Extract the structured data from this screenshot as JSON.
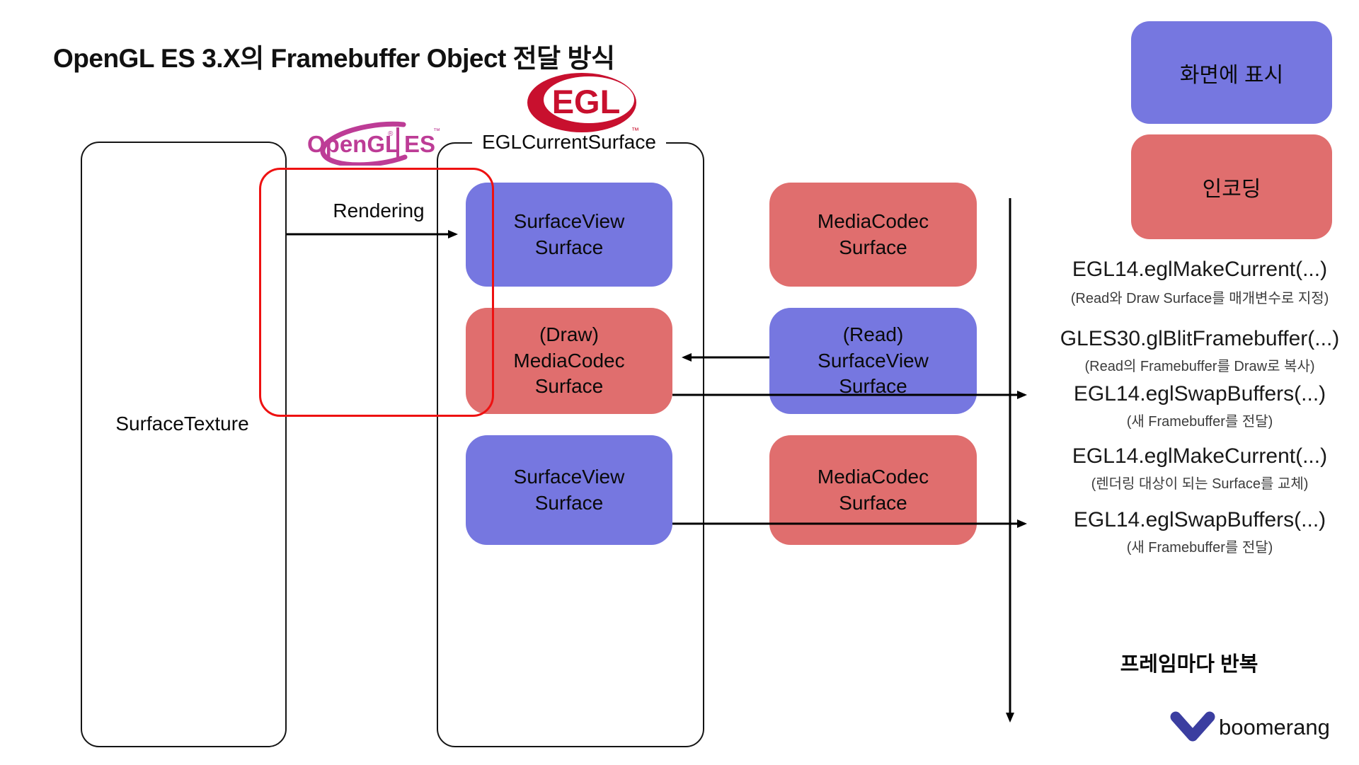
{
  "title": "OpenGL ES 3.X의 Framebuffer Object 전달 방식",
  "legend": {
    "display_label": "화면에 표시",
    "encoding_label": "인코딩"
  },
  "logos": {
    "opengl": {
      "main": "OpenGL",
      "es": "ES",
      "reg": "®",
      "tm": "™"
    },
    "egl": {
      "text": "EGL",
      "tm": "™"
    }
  },
  "containers": {
    "surface_texture_label": "SurfaceTexture",
    "egl_label": "EGLCurrentSurface"
  },
  "rendering_label": "Rendering",
  "boxes": [
    {
      "label": "SurfaceView\nSurface",
      "type": "blue"
    },
    {
      "label": "MediaCodec\nSurface",
      "type": "red"
    },
    {
      "label": "(Draw)\nMediaCodec\nSurface",
      "type": "red"
    },
    {
      "label": "(Read)\nSurfaceView\nSurface",
      "type": "blue"
    },
    {
      "label": "SurfaceView\nSurface",
      "type": "blue"
    },
    {
      "label": "MediaCodec\nSurface",
      "type": "red"
    }
  ],
  "steps": [
    {
      "main": "EGL14.eglMakeCurrent(...)",
      "sub": "(Read와 Draw Surface를 매개변수로 지정)"
    },
    {
      "main": "GLES30.glBlitFramebuffer(...)",
      "sub": "(Read의 Framebuffer를 Draw로 복사)"
    },
    {
      "main": "EGL14.eglSwapBuffers(...)",
      "sub": "(새 Framebuffer를 전달)"
    },
    {
      "main": "EGL14.eglMakeCurrent(...)",
      "sub": "(렌더링 대상이 되는 Surface를 교체)"
    },
    {
      "main": "EGL14.eglSwapBuffers(...)",
      "sub": "(새 Framebuffer를 전달)"
    }
  ],
  "footer": {
    "repeat_label": "프레임마다 반복",
    "brand": "boomerang"
  },
  "colors": {
    "box_blue": "#7677E0",
    "box_red": "#E06E6E",
    "outline_red": "#EE1111",
    "egl_red": "#C8102E",
    "opengl_magenta": "#BD3C96",
    "brand_blue": "#3B3EA0"
  }
}
